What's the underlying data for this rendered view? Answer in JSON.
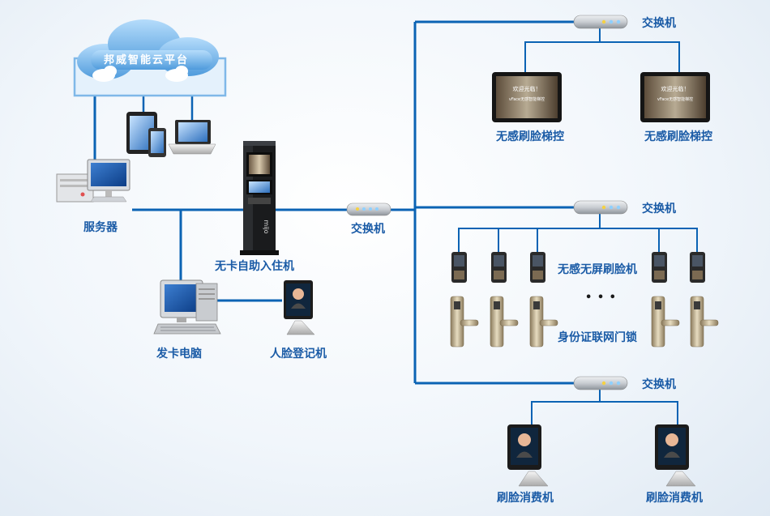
{
  "cloud": {
    "title": "邦威智能云平台"
  },
  "labels": {
    "server": "服务器",
    "kiosk": "无卡自助入住机",
    "center_switch": "交换机",
    "card_pc": "发卡电脑",
    "face_register": "人脸登记机",
    "switch_top": "交换机",
    "elevator_1": "无感刷脸梯控",
    "elevator_2": "无感刷脸梯控",
    "switch_mid": "交换机",
    "face_device": "无感无屏刷脸机",
    "ellipsis": "• • •",
    "door_lock": "身份证联网门锁",
    "switch_bottom": "交换机",
    "consume_1": "刷脸消费机",
    "consume_2": "刷脸消费机"
  },
  "screens": {
    "welcome": "欢迎光临！",
    "subtitle": "vFace无感智能梯控"
  },
  "kiosk": {
    "brand": "mijo"
  },
  "colors": {
    "line": "#0b63b4",
    "label": "#1a5ba6",
    "cloud": "#7fb8e8"
  }
}
